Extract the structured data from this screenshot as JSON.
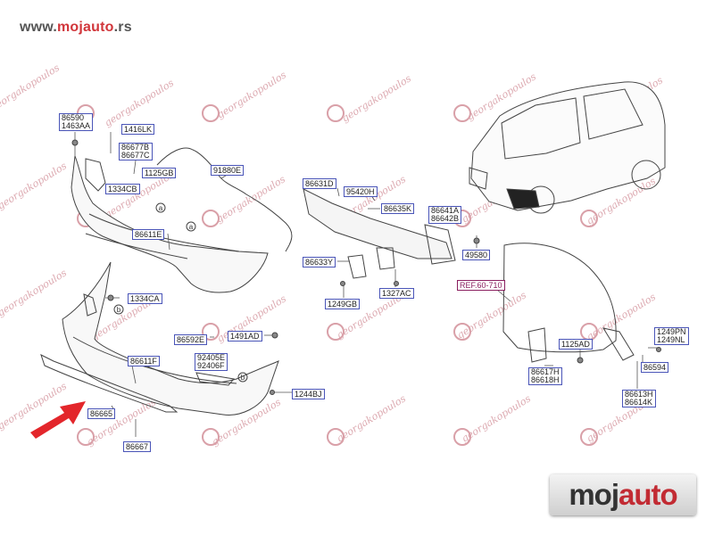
{
  "header": {
    "url_prefix": "www.",
    "url_brand": "mojauto",
    "url_suffix": ".rs"
  },
  "watermark": {
    "text": "georgakopoulos"
  },
  "parts": {
    "p86590": "86590",
    "p1463AA": "1463AA",
    "p1416LK": "1416LK",
    "p86677B": "86677B",
    "p86677C": "86677C",
    "p1125GB": "1125GB",
    "p1334CB": "1334CB",
    "p91880E": "91880E",
    "p86611E": "86611E",
    "p1334CA": "1334CA",
    "p86592E": "86592E",
    "p1491AD": "1491AD",
    "p86611F": "86611F",
    "p92405E": "92405E",
    "p92406F": "92406F",
    "p1244BJ": "1244BJ",
    "p86665": "86665",
    "p86667": "86667",
    "p86631D": "86631D",
    "p95420H": "95420H",
    "p86635K": "86635K",
    "p86641A": "86641A",
    "p86642B": "86642B",
    "p86633Y": "86633Y",
    "p1249GB": "1249GB",
    "p1327AC": "1327AC",
    "p49580": "49580",
    "ref": "REF.60-710",
    "p1249PN": "1249PN",
    "p1249NL": "1249NL",
    "p1125AD": "1125AD",
    "p86594": "86594",
    "p86617H": "86617H",
    "p86618H": "86618H",
    "p86613H": "86613H",
    "p86614K": "86614K"
  },
  "callouts": {
    "a": "a",
    "b": "b"
  },
  "footer": {
    "brand_dark": "moj",
    "brand_red": "auto"
  },
  "colors": {
    "label_border": "#4a55b8",
    "arrow": "#e3262b",
    "watermark": "#d9a0a8",
    "line": "#555555"
  }
}
